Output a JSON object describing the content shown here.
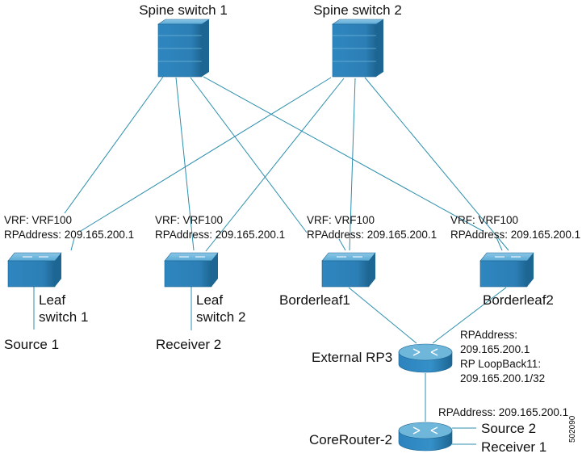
{
  "colors": {
    "device_light": "#6fb6db",
    "device_mid": "#2f86bf",
    "device_dark": "#1d6592",
    "link": "#2b8fae"
  },
  "spines": [
    {
      "label": "Spine switch 1",
      "icon": "spine-switch-icon"
    },
    {
      "label": "Spine switch 2",
      "icon": "spine-switch-icon"
    }
  ],
  "leaves": [
    {
      "vrf": "VRF: VRF100",
      "rp": "RPAddress: 209.165.200.1",
      "name_line1": "Leaf",
      "name_line2": "switch 1",
      "host": "Source 1",
      "icon": "leaf-switch-icon"
    },
    {
      "vrf": "VRF: VRF100",
      "rp": "RPAddress: 209.165.200.1",
      "name_line1": "Leaf",
      "name_line2": "switch 2",
      "host": "Receiver 2",
      "icon": "leaf-switch-icon"
    },
    {
      "vrf": "VRF: VRF100",
      "rp": "RPAddress: 209.165.200.1",
      "name_line1": "Borderleaf1",
      "icon": "leaf-switch-icon"
    },
    {
      "vrf": "VRF: VRF100",
      "rp": "RPAddress: 209.165.200.1",
      "name_line1": "Borderleaf2",
      "icon": "leaf-switch-icon"
    }
  ],
  "external_rp": {
    "name": "External RP3",
    "info": [
      "RPAddress:",
      "209.165.200.1",
      "RP LoopBack11:",
      "209.165.200.1/32"
    ],
    "icon": "router-icon"
  },
  "core_router": {
    "name": "CoreRouter-2",
    "rp": "RPAddress: 209.165.200.1",
    "hosts": [
      "Source 2",
      "Receiver 1"
    ],
    "icon": "router-icon"
  },
  "figure_id": "502090"
}
